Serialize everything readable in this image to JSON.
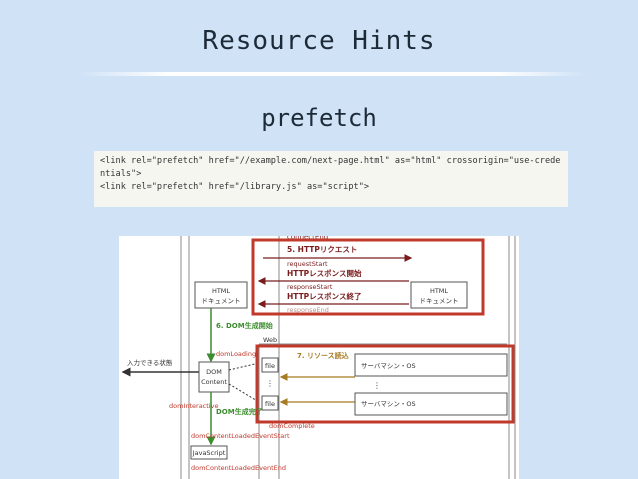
{
  "slide": {
    "title": "Resource Hints",
    "subtitle": "prefetch"
  },
  "code": {
    "line1": "<link rel=\"prefetch\" href=\"//example.com/next-page.html\" as=\"html\" crossorigin=\"use-crede",
    "line2": "ntials\">",
    "line3": "<link rel=\"prefetch\" href=\"/library.js\" as=\"script\">"
  },
  "diagram": {
    "top_cut_label": "connectEnd",
    "step5": "5. HTTPリクエスト",
    "request_start": "requestStart",
    "response_start_label": "HTTPレスポンス開始",
    "response_start": "responseStart",
    "response_end_label": "HTTPレスポンス終了",
    "response_end_cut": "responseEnd",
    "html_doc_left_1": "HTML",
    "html_doc_left_2": "ドキュメント",
    "html_doc_right_1": "HTML",
    "html_doc_right_2": "ドキュメント",
    "step6": "6. DOM生成開始",
    "web_label": "Web",
    "dom_loading": "domLoading",
    "input_ready": "入力できる状態",
    "dom_1": "DOM",
    "dom_2": "Content",
    "file_1": "file",
    "file_2": "file",
    "step7": "7. リソース読込",
    "server_1": "サーバマシン・OS",
    "server_2": "サーバマシン・OS",
    "dom_interactive": "domInteractive",
    "dom_done": "DOM生成完了",
    "dom_complete": "domComplete",
    "dcl_start": "domContentLoadedEventStart",
    "javascript": "JavaScript",
    "dcl_end": "domContentLoadedEventEnd",
    "colors": {
      "highlight": "#c0392b",
      "green": "#3d8c2f",
      "brown": "#a77b24",
      "darkred": "#7a1c1c"
    }
  }
}
